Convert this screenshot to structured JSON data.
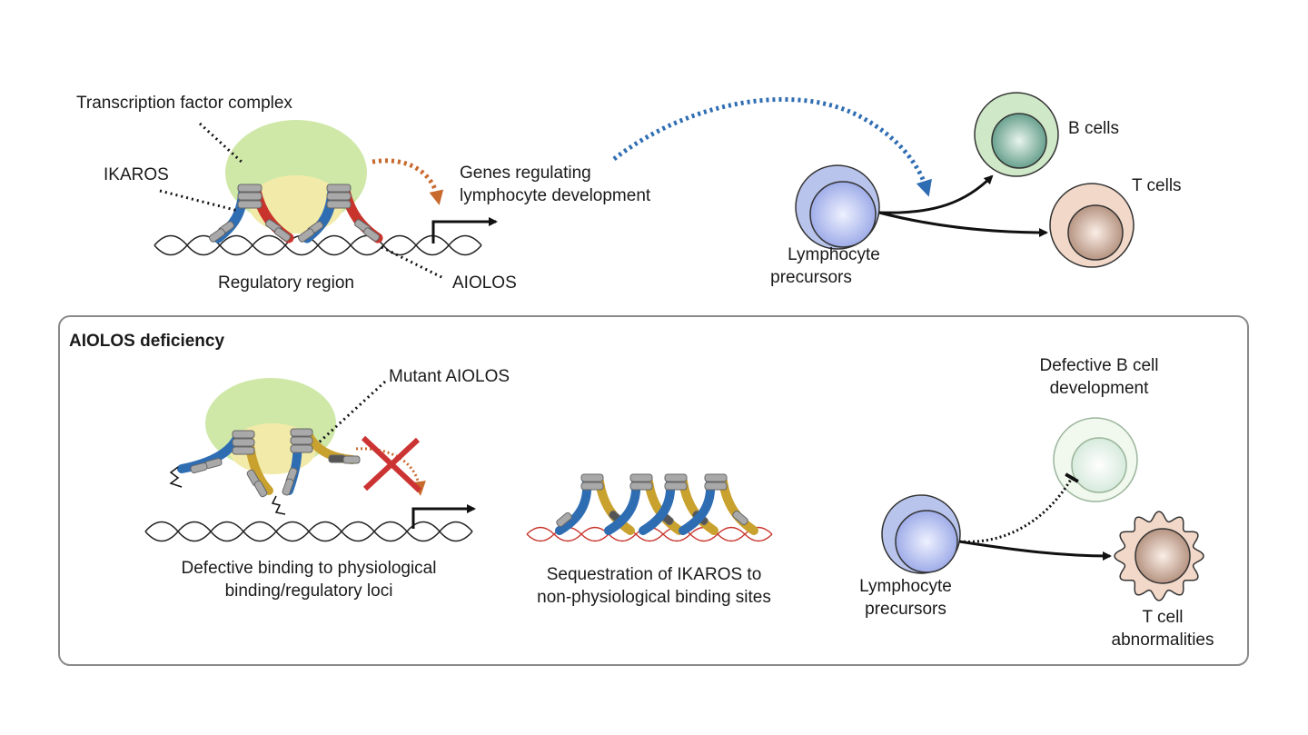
{
  "top": {
    "tf_complex_label": "Transcription factor complex",
    "ikaros_label": "IKAROS",
    "aiolos_label": "AIOLOS",
    "regulatory_label": "Regulatory region",
    "genes_line1": "Genes regulating",
    "genes_line2": "lymphocyte development",
    "b_cells_label": "B cells",
    "t_cells_label": "T cells",
    "precursor_line1": "Lymphocyte",
    "precursor_line2": "precursors"
  },
  "panel": {
    "title": "AIOLOS deficiency",
    "mutant_label": "Mutant AIOLOS",
    "defective_binding_line1": "Defective binding to physiological",
    "defective_binding_line2": "binding/regulatory loci",
    "sequestration_line1": "Sequestration of IKAROS to",
    "sequestration_line2": "non-physiological binding sites",
    "defective_b_line1": "Defective B cell",
    "defective_b_line2": "development",
    "t_abn_line1": "T cell",
    "t_abn_line2": "abnormalities",
    "precursor_line1": "Lymphocyte",
    "precursor_line2": "precursors"
  },
  "colors": {
    "complex_green": "#cfe8a8",
    "complex_yellow": "#f1eaa8",
    "ikaros_blue": "#2f6db3",
    "aiolos_red": "#c8332b",
    "mutant_gold": "#c9a12e",
    "zinc_finger_gray": "#a9a9a9",
    "orange_arrow": "#c86a2e",
    "blue_arrow": "#2f6db3",
    "block_cross": "#cc3333",
    "b_cell_green": "#cfe8c8",
    "t_cell_tan": "#f2d8c8",
    "precursor_blue": "#b8c4ec",
    "panel_border": "#8a8a8a"
  }
}
